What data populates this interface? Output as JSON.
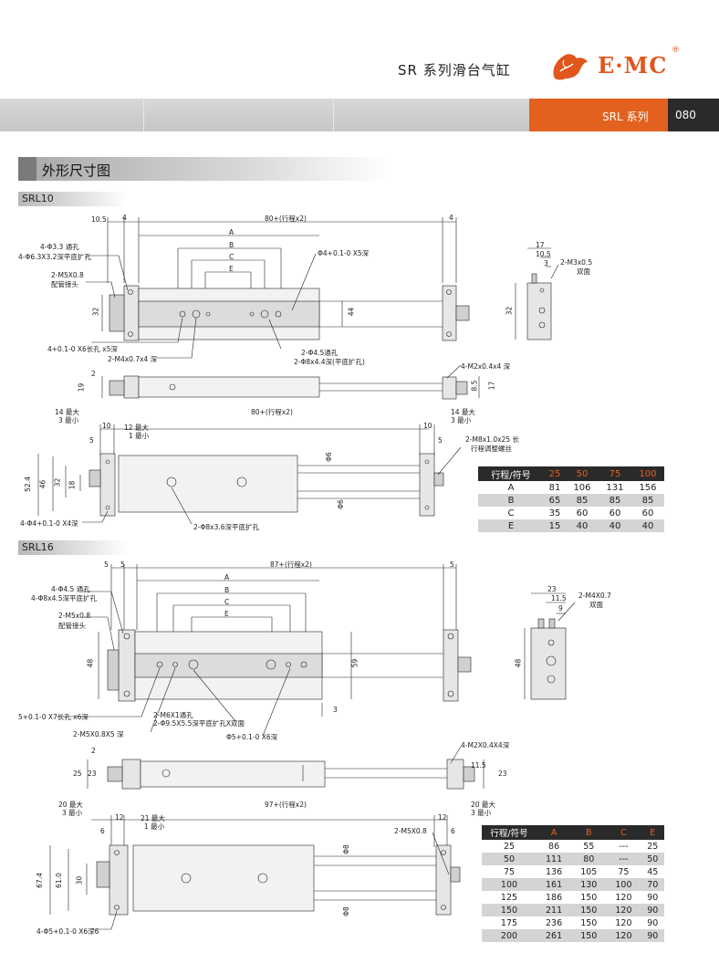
{
  "header": {
    "title": "SR 系列滑台气缸",
    "brand": "E·MC",
    "reg": "®"
  },
  "band": {
    "series": "SRL 系列",
    "page": "080"
  },
  "section": {
    "title": "外形尺寸图"
  },
  "models": {
    "srl10": "SRL10",
    "srl16": "SRL16"
  },
  "srl10": {
    "dims": {
      "d105": "10.5",
      "d4a": "4",
      "stroke80": "80+(行程x2)",
      "d4b": "4",
      "A": "A",
      "B": "B",
      "C": "C",
      "E": "E",
      "hole1": "4-Φ3.3 通孔",
      "hole2": "4-Φ6.3X3.2深平底扩孔",
      "port": "2-M5X0.8",
      "port2": "配管接头",
      "phi4": "Φ4+0.1-0 X5深",
      "d32": "32",
      "d44": "44",
      "slot": "4+0.1-0 X6长孔 x5深",
      "m4": "2-M4x0.7x4 深",
      "thru": "2-Φ4.5通孔",
      "cb": "2-Φ8x4.4深(平底扩孔)",
      "d2": "2",
      "d19": "19",
      "m2": "4-M2x0.4x4 深",
      "d85": "8.5",
      "d17": "17",
      "side17": "17",
      "side105": "10.5",
      "side3": "3",
      "m3": "2-M3x0.5",
      "both": "双面",
      "side32": "32",
      "max14": "14 最大",
      "min3": "3 最小",
      "d10a": "10",
      "max12": "12 最大",
      "min1": "1 最小",
      "stroke80b": "80+(行程x2)",
      "d10b": "10",
      "max14b": "14 最大",
      "min3b": "3 最小",
      "d5a": "5",
      "d5b": "5",
      "m8": "2-M8x1.0x25 长",
      "adj": "行程调整螺丝",
      "phi6a": "Φ6",
      "phi6b": "Φ6",
      "d524": "52.4",
      "d46": "46",
      "d32b": "32",
      "d18": "18",
      "phi4b": "4-Φ4+0.1-0 X4深",
      "phi8": "2-Φ8x3.6深平底扩孔"
    },
    "table": {
      "head": [
        "行程/符号",
        "25",
        "50",
        "75",
        "100"
      ],
      "rows": [
        [
          "A",
          "81",
          "106",
          "131",
          "156"
        ],
        [
          "B",
          "65",
          "85",
          "85",
          "85"
        ],
        [
          "C",
          "35",
          "60",
          "60",
          "60"
        ],
        [
          "E",
          "15",
          "40",
          "40",
          "40"
        ]
      ]
    }
  },
  "srl16": {
    "dims": {
      "d5a": "5",
      "d5b": "5",
      "stroke87": "87+(行程x2)",
      "d5c": "5",
      "A": "A",
      "B": "B",
      "C": "C",
      "E": "E",
      "hole1": "4-Φ4.5 通孔",
      "hole2": "4-Φ8x4.5深平底扩孔",
      "port": "2-M5x0.8",
      "port2": "配管接头",
      "d48": "48",
      "d59": "59",
      "d3": "3",
      "slot": "5+0.1-0 X7长孔 x6深",
      "m6": "2-M6X1通孔",
      "cb": "2-Φ9.5X5.5深平底扩孔X双面",
      "m5": "2-M5X0.8X5 深",
      "phi5": "Φ5+0.1-0 X6深",
      "d2": "2",
      "d25": "25",
      "d23": "23",
      "m2": "4-M2X0.4X4深",
      "d115": "11.5",
      "d23b": "23",
      "side23": "23",
      "side115": "11.5",
      "side9": "9",
      "m4": "2-M4X0.7",
      "both": "双面",
      "side48": "48",
      "max20": "20 最大",
      "min3": "3 最小",
      "d12a": "12",
      "max21": "21 最大",
      "min1": "1 最小",
      "stroke97": "97+(行程x2)",
      "d12b": "12",
      "max20b": "20 最大",
      "min3b": "3 最小",
      "d6a": "6",
      "d6b": "6",
      "m5b": "2-M5X0.8",
      "phi8a": "Φ8",
      "phi8b": "Φ8",
      "d674": "67.4",
      "d61": "61.0",
      "d30": "30",
      "phi5b": "4-Φ5+0.1-0 X6深6"
    },
    "table": {
      "head": [
        "行程/符号",
        "A",
        "B",
        "C",
        "E"
      ],
      "rows": [
        [
          "25",
          "86",
          "55",
          "---",
          "25"
        ],
        [
          "50",
          "111",
          "80",
          "---",
          "50"
        ],
        [
          "75",
          "136",
          "105",
          "75",
          "45"
        ],
        [
          "100",
          "161",
          "130",
          "100",
          "70"
        ],
        [
          "125",
          "186",
          "150",
          "120",
          "90"
        ],
        [
          "150",
          "211",
          "150",
          "120",
          "90"
        ],
        [
          "175",
          "236",
          "150",
          "120",
          "90"
        ],
        [
          "200",
          "261",
          "150",
          "120",
          "90"
        ]
      ]
    }
  },
  "colors": {
    "accent": "#e2611e",
    "dark": "#2a2a2a",
    "grey": "#c8c8c8"
  }
}
